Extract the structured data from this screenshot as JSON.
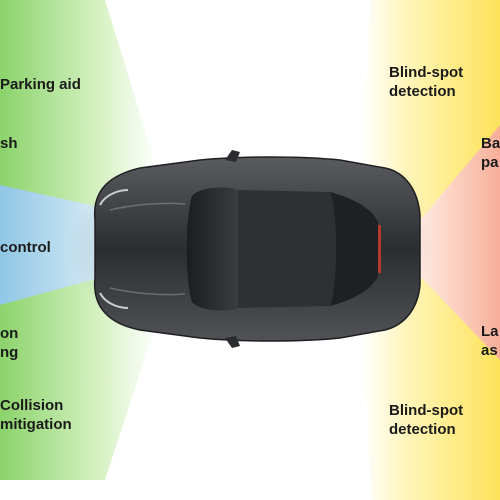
{
  "colors": {
    "front_green": "#8bd36a",
    "front_blue": "#8fc6ec",
    "rear_yellow": "#fde35a",
    "rear_red": "#f7a9a0",
    "car_body": "#3a3c40",
    "label_text": "#1a1a1a"
  },
  "front_zones": {
    "parking_aid": "Parking aid",
    "crash": "sh",
    "cruise_control": "control",
    "collision_warning": [
      "on",
      "ng"
    ],
    "collision_mitigation": [
      "Collision",
      "mitigation"
    ]
  },
  "rear_zones": {
    "blind_spot_top": [
      "Blind-spot",
      "detection"
    ],
    "back_parking": [
      "Ba",
      "pa"
    ],
    "lane_assist": [
      "La",
      "as"
    ],
    "blind_spot_bottom": [
      "Blind-spot",
      "detection"
    ]
  },
  "icons": [
    "car-top-view-icon"
  ]
}
